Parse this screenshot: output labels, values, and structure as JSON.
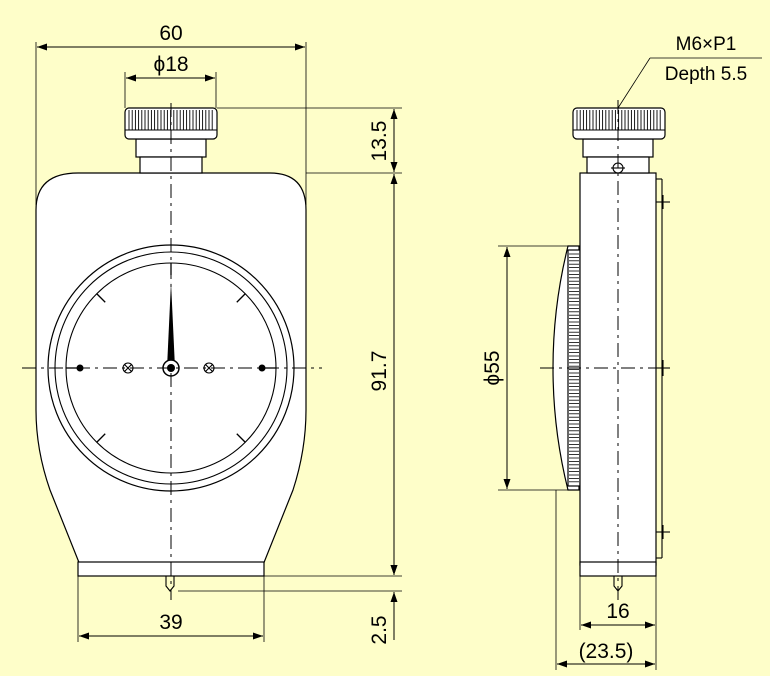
{
  "front_view": {
    "width_label": "60",
    "cap_dia_label": "ϕ18",
    "cap_height_label": "13.5",
    "height_label": "91.7",
    "base_width_label": "39",
    "needle_label": "2.5"
  },
  "side_view": {
    "thread_label": "M6×P1",
    "depth_label": "Depth 5.5",
    "dial_dia_label": "ϕ55",
    "thickness_label": "16",
    "total_thickness_label": "(23.5)"
  },
  "colors": {
    "background": "#FEFEC9",
    "line": "#000000",
    "body_fill": "#FFFFFF"
  }
}
